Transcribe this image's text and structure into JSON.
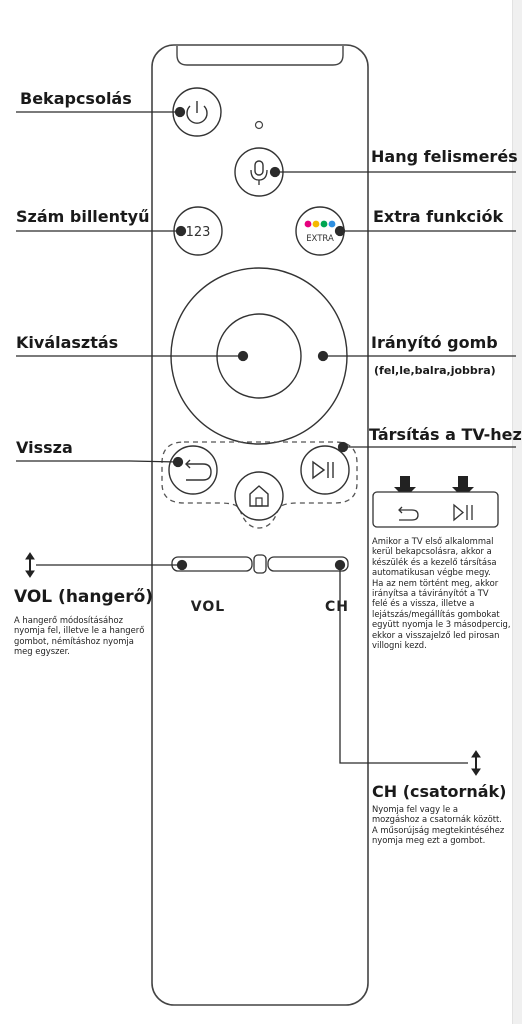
{
  "labels": {
    "power": "Bekapcsolás",
    "voice": "Hang felismerés",
    "number": "Szám billentyű",
    "extra": "Extra funkciók",
    "select": "Kiválasztás",
    "dpad": "Irányító gomb",
    "dpad_sub": "(fel,le,balra,jobbra)",
    "back": "Vissza",
    "pair": "Társítás a TV-hez",
    "vol_title": "VOL (hangerő)",
    "ch_title": "CH (csatornák)"
  },
  "remote": {
    "number_btn": "123",
    "extra_btn": "EXTRA",
    "vol": "VOL",
    "ch": "CH",
    "extra_dot_colors": [
      "#e5007e",
      "#f5b800",
      "#00a651",
      "#2e8fe0"
    ]
  },
  "descriptions": {
    "pair": "Amikor a TV első alkalommal\nkerül bekapcsolásra, akkor a\nkészülék és a kezelő társítása\nautomatikusan végbe megy.\nHa az nem történt meg, akkor\nirányítsa a távirányítót a TV\nfelé és a vissza, illetve a\nlejátszás/megállítás gombokat\negyütt nyomja le 3 másodpercig,\nekkor a visszajelző led pirosan\nvillogni kezd.",
    "vol": "A hangerő módosításához\nnyomja fel, illetve le a hangerő\ngombot, némításhoz nyomja\nmeg egyszer.",
    "ch": "Nyomja fel vagy le a\nmozgáshoz a csatornák között.\nA műsorújság megtekintéséhez\nnyomja meg ezt a gombot."
  },
  "colors": {
    "line": "#2b2b2b",
    "text": "#1a1a1a"
  }
}
